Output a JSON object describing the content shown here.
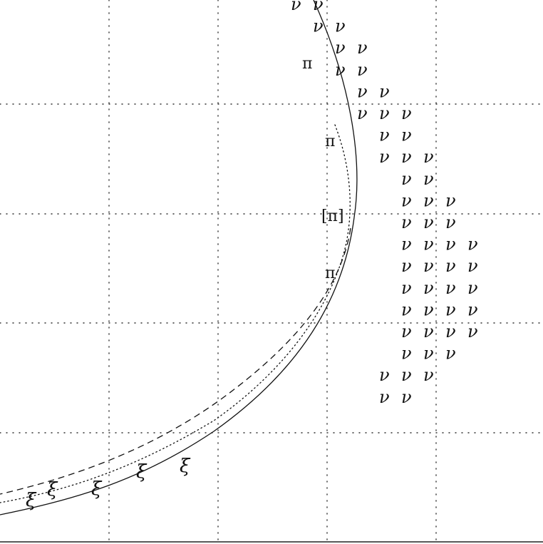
{
  "figure": {
    "colors": {
      "background": "#ffffff",
      "ink": "#111111",
      "grid": "#333333"
    }
  },
  "symbols": {
    "nu": "ν",
    "pi": "π",
    "pi_bracketed": "[π]",
    "xi": "ξ"
  },
  "nu_grid": {
    "rows": [
      [
        0,
        1
      ],
      [
        1,
        2
      ],
      [
        2,
        3
      ],
      [
        2,
        3
      ],
      [
        3,
        4
      ],
      [
        3,
        4,
        5
      ],
      [
        4,
        5
      ],
      [
        4,
        5,
        6
      ],
      [
        5,
        6
      ],
      [
        5,
        6,
        7
      ],
      [
        5,
        6,
        7
      ],
      [
        5,
        6,
        7,
        8
      ],
      [
        5,
        6,
        7,
        8
      ],
      [
        5,
        6,
        7,
        8
      ],
      [
        5,
        6,
        7,
        8
      ],
      [
        5,
        6,
        7,
        8
      ],
      [
        5,
        6,
        7
      ],
      [
        4,
        5,
        6
      ],
      [
        4,
        5
      ]
    ]
  },
  "curves": [
    {
      "style": "solid"
    },
    {
      "style": "dotted"
    },
    {
      "style": "dashed"
    }
  ]
}
